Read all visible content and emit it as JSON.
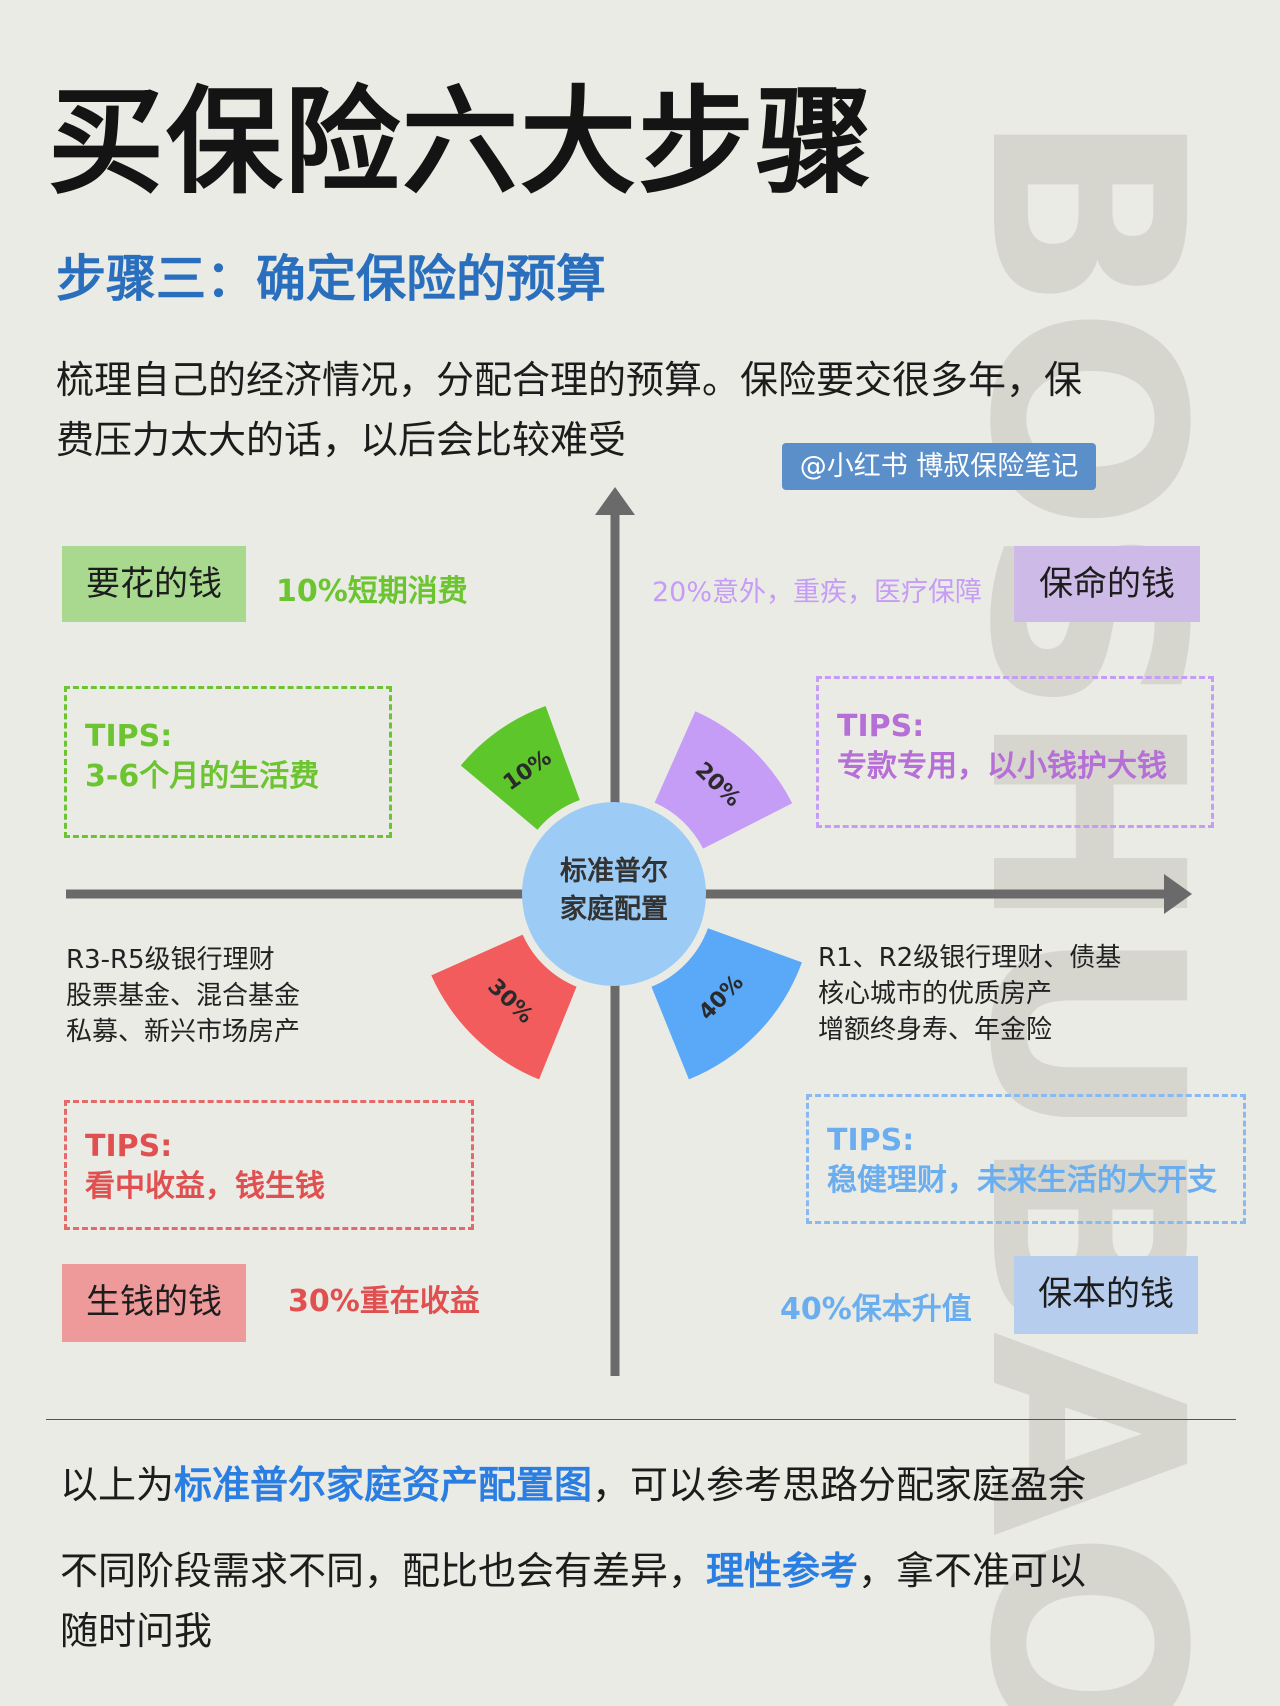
{
  "watermark": "BOSHUBAO",
  "header": {
    "title": "买保险六大步骤",
    "step_title": "步骤三：确定保险的预算",
    "intro_lines": [
      "梳理自己的经济情况，分配合理的预算。保险要交很多年，保",
      "费压力太大的话，以后会比较难受"
    ],
    "source_badge": "@小红书 博叔保险笔记"
  },
  "diagram": {
    "center_label_lines": [
      "标准普尔",
      "家庭配置"
    ],
    "quadrants": {
      "top_left": {
        "label": "要花的钱",
        "note": "10%短期消费",
        "pct": "10%",
        "share": 0.1,
        "tips_title": "TIPS:",
        "tips_body": "3-6个月的生活费",
        "color": "#5dc62a",
        "label_bg": "#a8d98f"
      },
      "top_right": {
        "label": "保命的钱",
        "note": "20%意外，重疾，医疗保障",
        "pct": "20%",
        "share": 0.2,
        "tips_title": "TIPS:",
        "tips_body": "专款专用，以小钱护大钱",
        "color": "#c59cf6",
        "text_color": "#b56fd6",
        "label_bg": "#cdbae6"
      },
      "bottom_left": {
        "label": "生钱的钱",
        "note": "30%重在收益",
        "pct": "30%",
        "share": 0.3,
        "tips_title": "TIPS:",
        "tips_body": "看中收益，钱生钱",
        "desc_lines": [
          "R3-R5级银行理财",
          "股票基金、混合基金",
          "私募、新兴市场房产"
        ],
        "color": "#f25c5c",
        "text_color": "#e05050",
        "label_bg": "#ef9a9a"
      },
      "bottom_right": {
        "label": "保本的钱",
        "note": "40%保本升值",
        "pct": "40%",
        "share": 0.4,
        "tips_title": "TIPS:",
        "tips_body": "稳健理财，未来生活的大开支",
        "desc_lines": [
          "R1、R2级银行理财、债基",
          "核心城市的优质房产",
          "增额终身寿、年金险"
        ],
        "color": "#5aa8f8",
        "text_color": "#6aaef0",
        "label_bg": "#b7cdee"
      }
    }
  },
  "footer": {
    "line1_pre": "以上为",
    "line1_highlight": "标准普尔家庭资产配置图",
    "line1_post": "，可以参考思路分配家庭盈余",
    "line2_pre": "不同阶段需求不同，配比也会有差异，",
    "line2_highlight": "理性参考",
    "line2_post": "，拿不准可以",
    "line3": "随时问我"
  }
}
